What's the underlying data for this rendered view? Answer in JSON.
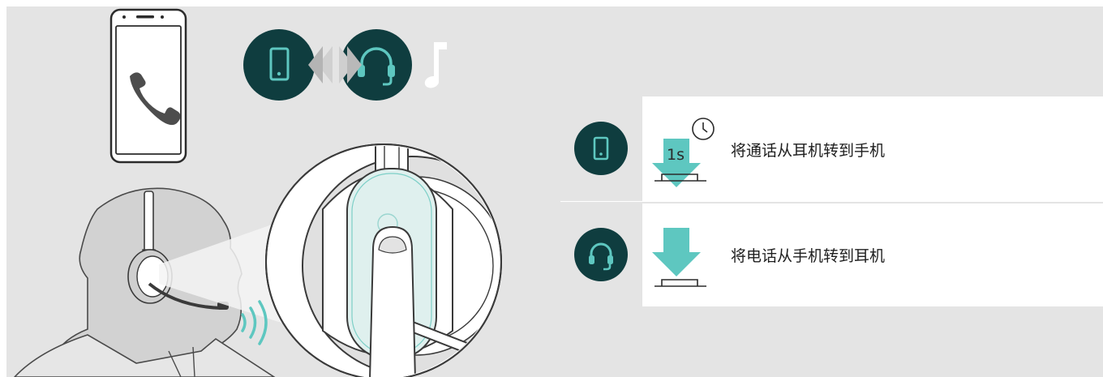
{
  "actions": [
    {
      "icon": "smartphone-icon",
      "button_badge": "1s",
      "label": "将通话从耳机转到手机"
    },
    {
      "icon": "headset-icon",
      "button_badge": "",
      "label": "将电话从手机转到耳机"
    }
  ],
  "colors": {
    "background": "#e4e4e4",
    "icon_disc": "#0f3d3f",
    "accent": "#5ec7c0",
    "outline": "#333333"
  }
}
